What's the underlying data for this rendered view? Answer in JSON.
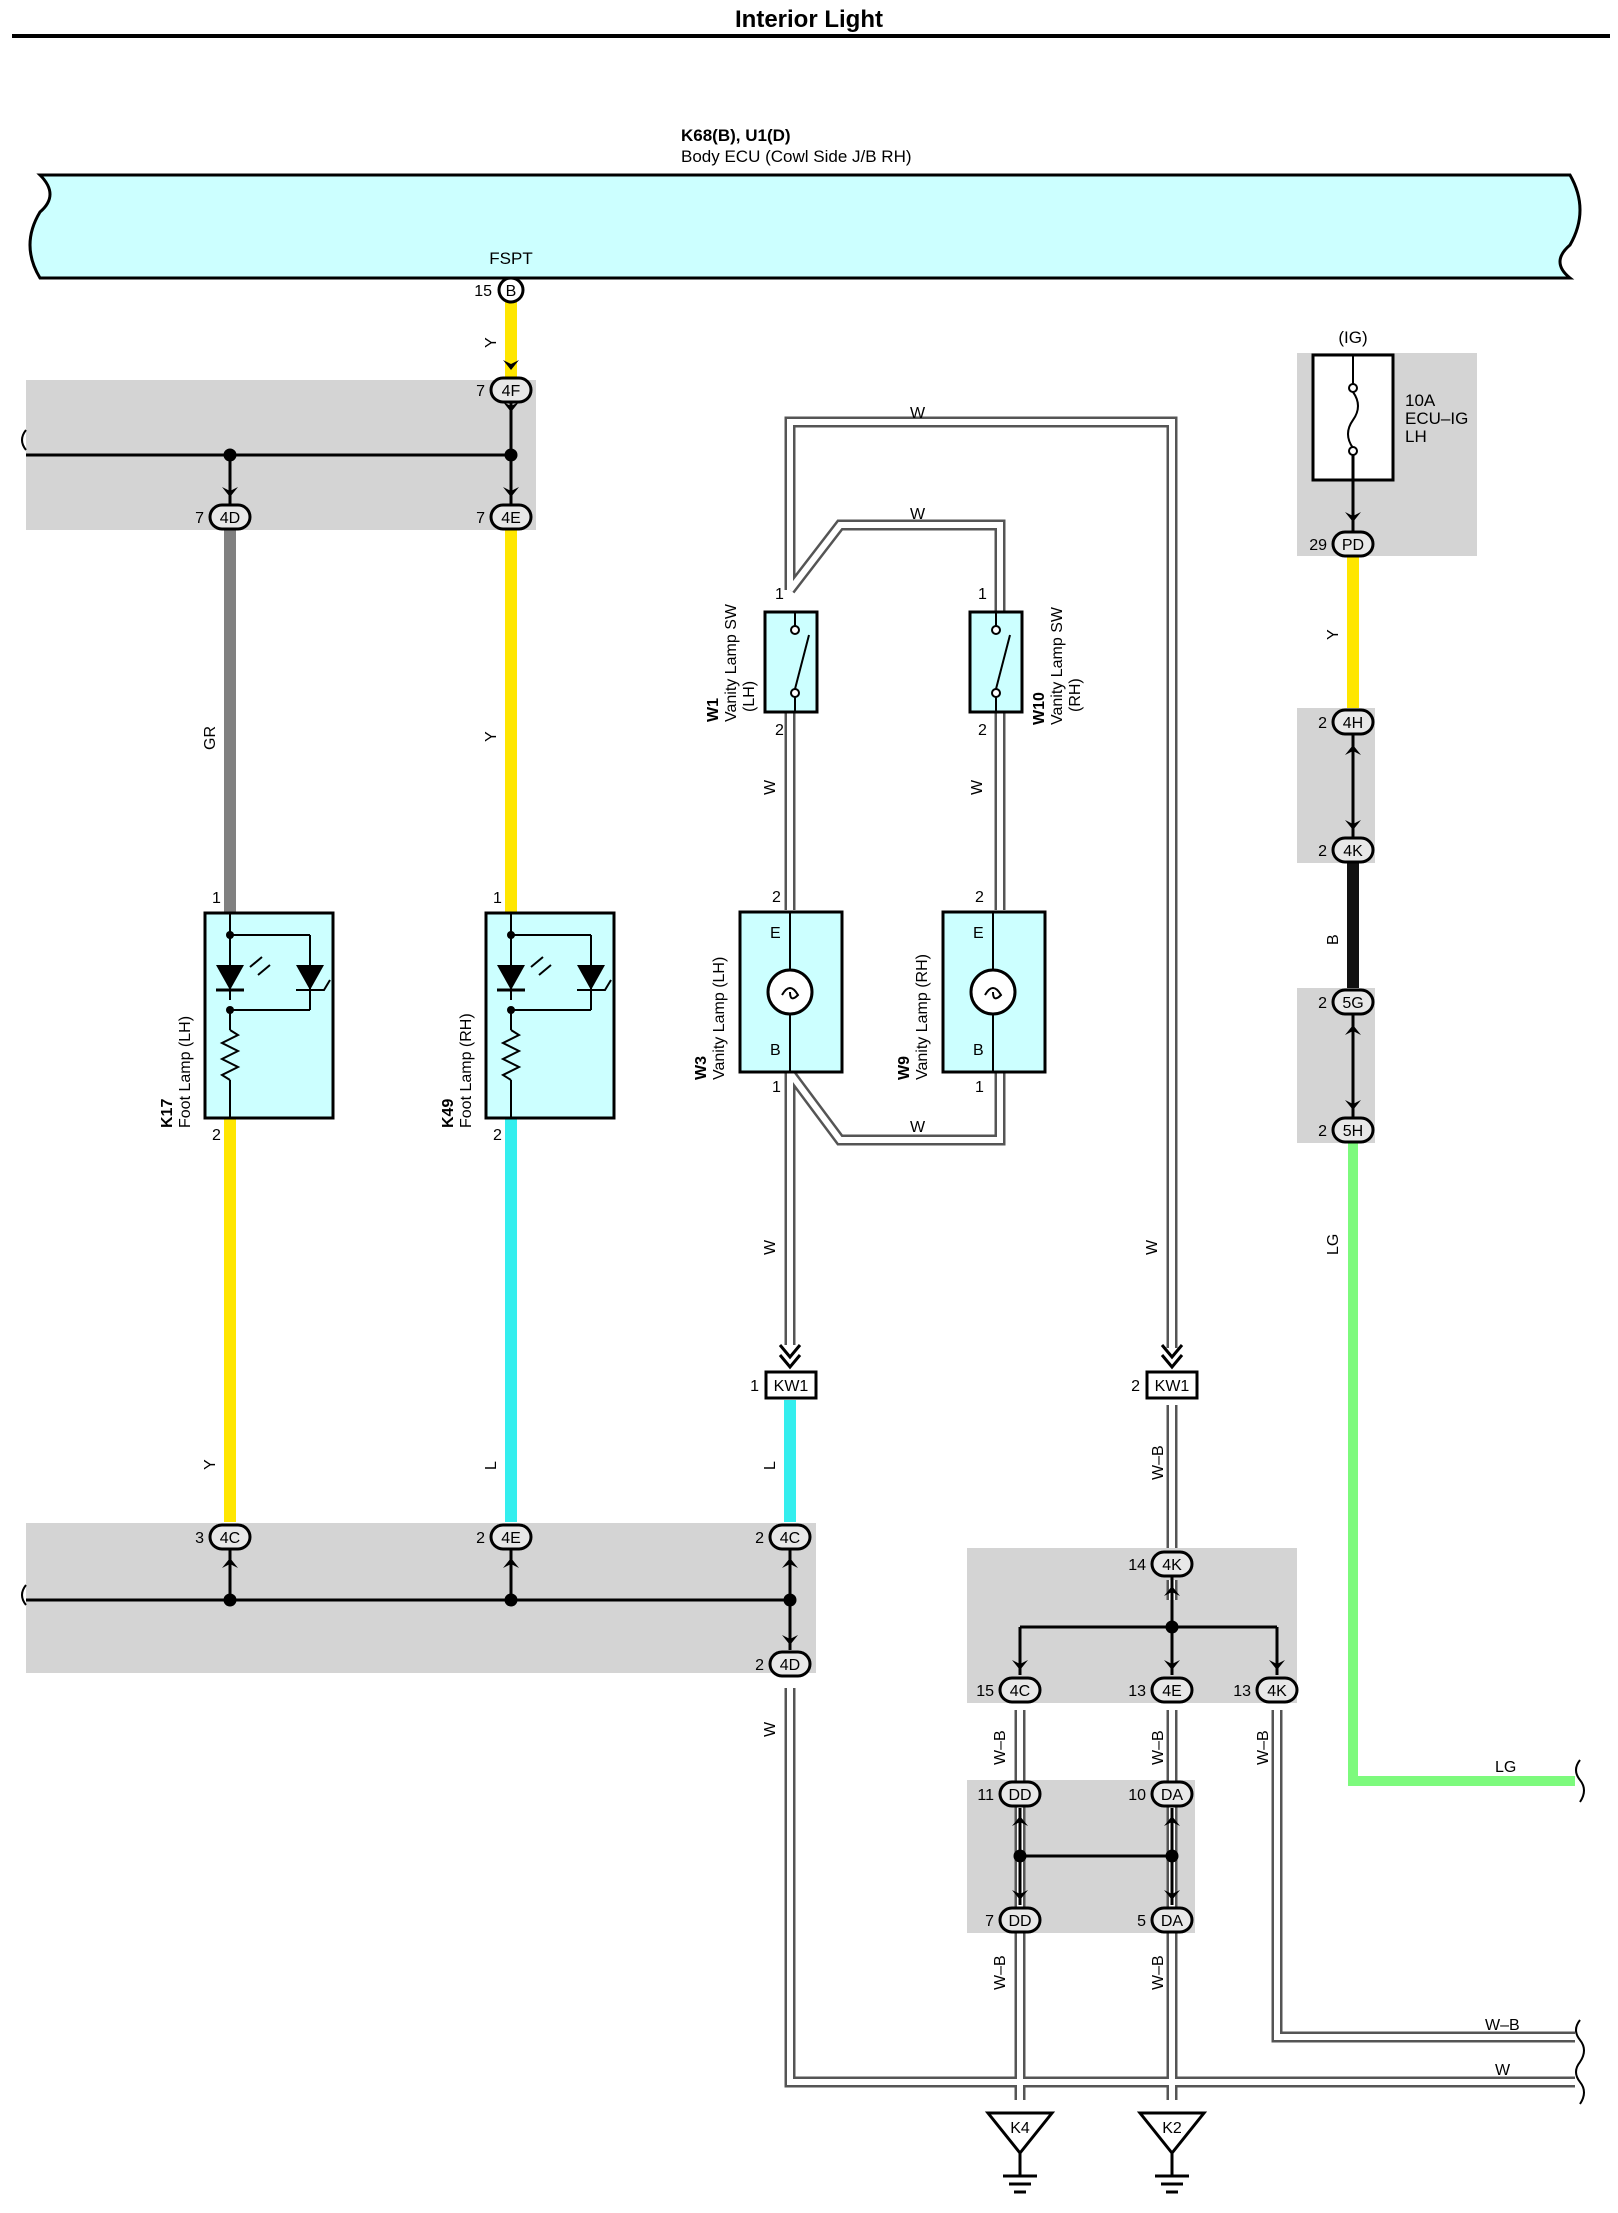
{
  "title": "Interior Light",
  "body_ecu": {
    "code": "K68(B), U1(D)",
    "name": "Body ECU (Cowl Side J/B RH)",
    "terminal": "FSPT",
    "pin": "15",
    "connector": "B"
  },
  "fuse": {
    "group": "(IG)",
    "rating": "10A",
    "name1": "ECU–IG",
    "name2": "LH"
  },
  "components": {
    "k17": {
      "code": "K17",
      "name": "Foot Lamp (LH)"
    },
    "k49": {
      "code": "K49",
      "name": "Foot Lamp (RH)"
    },
    "w1": {
      "code": "W1",
      "name": "Vanity Lamp SW",
      "side": "(LH)"
    },
    "w10": {
      "code": "W10",
      "name": "Vanity Lamp SW",
      "side": "(RH)"
    },
    "w3": {
      "code": "W3",
      "name": "Vanity Lamp (LH)"
    },
    "w9": {
      "code": "W9",
      "name": "Vanity Lamp (RH)"
    },
    "lamp_terms": {
      "e": "E",
      "b": "B"
    }
  },
  "connectors": {
    "c4f": {
      "pin": "7",
      "id": "4F"
    },
    "c4d_top": {
      "pin": "7",
      "id": "4D"
    },
    "c4e_top": {
      "pin": "7",
      "id": "4E"
    },
    "cpd": {
      "pin": "29",
      "id": "PD"
    },
    "c4h": {
      "pin": "2",
      "id": "4H"
    },
    "c4k_mid": {
      "pin": "2",
      "id": "4K"
    },
    "c5g": {
      "pin": "2",
      "id": "5G"
    },
    "c5h": {
      "pin": "2",
      "id": "5H"
    },
    "kw1a": {
      "pin": "1",
      "id": "KW1"
    },
    "kw1b": {
      "pin": "2",
      "id": "KW1"
    },
    "c4c_a": {
      "pin": "3",
      "id": "4C"
    },
    "c4e_b": {
      "pin": "2",
      "id": "4E"
    },
    "c4c_b": {
      "pin": "2",
      "id": "4C"
    },
    "c4d_b": {
      "pin": "2",
      "id": "4D"
    },
    "c4k_14": {
      "pin": "14",
      "id": "4K"
    },
    "c4c_15": {
      "pin": "15",
      "id": "4C"
    },
    "c4e_13": {
      "pin": "13",
      "id": "4E"
    },
    "c4k_13": {
      "pin": "13",
      "id": "4K"
    },
    "cdd_11": {
      "pin": "11",
      "id": "DD"
    },
    "cda_10": {
      "pin": "10",
      "id": "DA"
    },
    "cdd_7": {
      "pin": "7",
      "id": "DD"
    },
    "cda_5": {
      "pin": "5",
      "id": "DA"
    }
  },
  "pins": {
    "one": "1",
    "two": "2"
  },
  "wire_labels": {
    "y": "Y",
    "gr": "GR",
    "w": "W",
    "l": "L",
    "b": "B",
    "lg": "LG",
    "wb": "W–B"
  },
  "grounds": {
    "k4": "K4",
    "k2": "K2"
  },
  "colors": {
    "ecu_fill": "#ccffff",
    "junction_fill": "#d4d4d4",
    "yellow": "#ffe600",
    "gray": "#808080",
    "cyan": "#33eeee",
    "black": "#111111",
    "light_green": "#7dfa7d",
    "white_wire_outline": "#555555"
  }
}
